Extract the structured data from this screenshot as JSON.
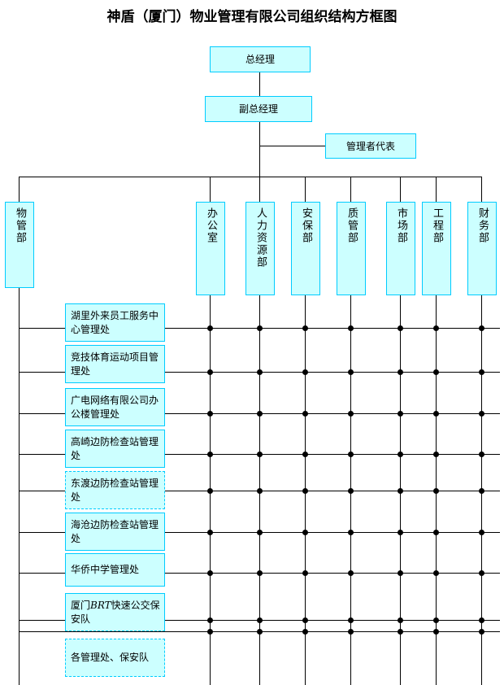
{
  "title": "神盾（厦门）物业管理有限公司组织结构方框图",
  "colors": {
    "box_fill": "#ccffff",
    "box_border": "#00ccff",
    "line": "#000000",
    "text": "#000000",
    "background": "#ffffff"
  },
  "top_nodes": [
    {
      "id": "general-manager",
      "label": "总经理"
    },
    {
      "id": "deputy-general-manager",
      "label": "副总经理"
    },
    {
      "id": "management-representative",
      "label": "管理者代表"
    }
  ],
  "departments": [
    {
      "id": "property-management-dept",
      "label": "物管部"
    },
    {
      "id": "office",
      "label": "办公室"
    },
    {
      "id": "human-resources-dept",
      "label": "人力资源部"
    },
    {
      "id": "security-dept",
      "label": "安保部"
    },
    {
      "id": "quality-management-dept",
      "label": "质管部"
    },
    {
      "id": "marketing-dept",
      "label": "市场部"
    },
    {
      "id": "engineering-dept",
      "label": "工程部"
    },
    {
      "id": "finance-dept",
      "label": "财务部"
    }
  ],
  "managed_units": [
    {
      "id": "unit-huli-migrant-worker-service-center",
      "label": "湖里外来员工服务中心管理处",
      "border": "solid"
    },
    {
      "id": "unit-competitive-sports-project",
      "label": "竞技体育运动项目管理处",
      "border": "solid"
    },
    {
      "id": "unit-radio-tv-network-office-building",
      "label": "广电网络有限公司办公楼管理处",
      "border": "solid"
    },
    {
      "id": "unit-gaoqi-border-inspection-station",
      "label": "高崎边防检查站管理处",
      "border": "solid"
    },
    {
      "id": "unit-dongdu-border-inspection-station",
      "label": "东渡边防检查站管理处",
      "border": "dashed"
    },
    {
      "id": "unit-haicang-border-inspection-station",
      "label": "海沧边防检查站管理处",
      "border": "solid"
    },
    {
      "id": "unit-huaqiao-middle-school",
      "label": "华侨中学管理处",
      "border": "solid"
    },
    {
      "id": "unit-xiamen-brt-security-team",
      "label": "厦门BRT快速公交保安队",
      "border": "dash-bottom",
      "label_parts": {
        "prefix": "厦门",
        "emphasis": "BRT",
        "suffix": "快速公交保安队"
      }
    },
    {
      "id": "unit-all-management-offices-security-teams",
      "label": "各管理处、保安队",
      "border": "dashed"
    }
  ]
}
